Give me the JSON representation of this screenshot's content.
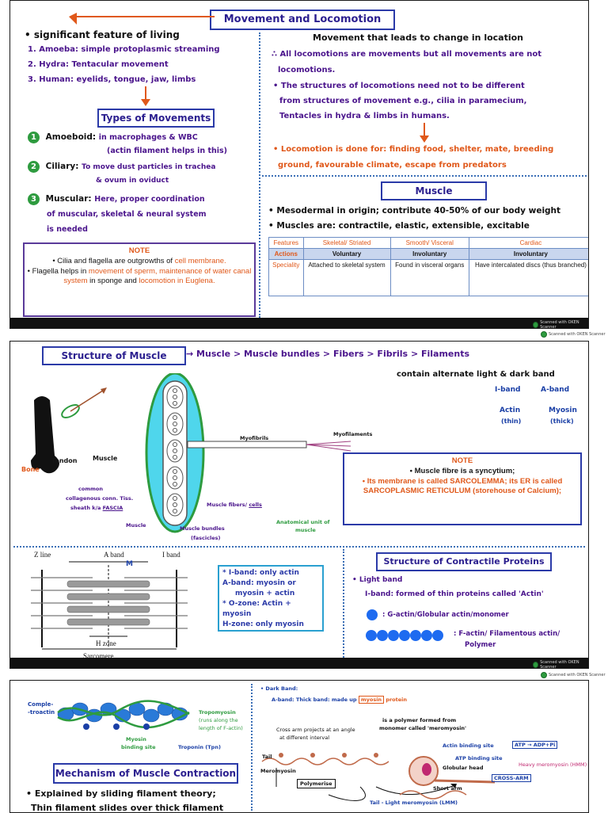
{
  "page1": {
    "title": "Movement and Locomotion",
    "left": {
      "feature": "• significant feature of living",
      "l1": "1. Amoeba: simple protoplasmic streaming",
      "l2": "2. Hydra: Tentacular movement",
      "l3": "3. Human: eyelids, tongue, jaw, limbs",
      "types_title": "Types of Movements",
      "t1_label": "Amoeboid:",
      "t1_text": "in macrophages & WBC",
      "t1_sub": "(actin filament helps in this)",
      "t2_label": "Ciliary:",
      "t2_text": "To move dust particles in trachea",
      "t2_sub": "& ovum in oviduct",
      "t3_label": "Muscular:",
      "t3_text": "Here, proper coordination",
      "t3_sub1": "of muscular, skeletal & neural system",
      "t3_sub2": "is needed"
    },
    "note": {
      "title": "NOTE",
      "a1": "• Cilia and flagella are outgrowths of",
      "a2": "cell membrane.",
      "b1": "• Flagella helps in",
      "b2": "movement of sperm, maintenance of water canal system",
      "b3": "in sponge and",
      "b4": "locomotion in Euglena."
    },
    "right": {
      "intro": "Movement that leads to change in location",
      "r1": "∴ All locomotions are movements but all movements are not",
      "r1b": "locomotions.",
      "r2": "• The structures of locomotions need not to be different",
      "r2b": "from structures of movement e.g., cilia in paramecium,",
      "r2c": "Tentacles in hydra & limbs in humans.",
      "r3": "• Locomotion is done for: finding food, shelter, mate, breeding",
      "r3b": "ground, favourable climate, escape from predators",
      "muscle_title": "Muscle",
      "m1": "• Mesodermal in origin; contribute 40-50% of our body weight",
      "m2": "• Muscles are: contractile, elastic, extensible, excitable"
    },
    "table": {
      "headers": [
        "Features",
        "Skeletal/ Striated",
        "Smooth/ Visceral",
        "Cardiac"
      ],
      "row1": [
        "Actions",
        "Voluntary",
        "Involuntary",
        "Involuntary"
      ],
      "row2": [
        "Speciality",
        "Attached to skeletal system",
        "Found in visceral organs",
        "Have intercalated discs (thus branched)"
      ]
    }
  },
  "scan_label": "Scanned with OKEN Scanner",
  "page2": {
    "struct_title": "Structure of Muscle",
    "hierarchy": "Muscle > Muscle bundles > Fibers > Fibrils > Filaments",
    "band_text": "contain alternate light & dark band",
    "iband": "I-band",
    "aband": "A-band",
    "actin": "Actin",
    "thin": "(thin)",
    "myosin": "Myosin",
    "thick": "(thick)",
    "myofibrils": "Myofibrils",
    "myofilaments": "Myofilaments",
    "tendon": "Tendon",
    "muscle_lbl": "Muscle",
    "bone": "Bone",
    "fascia1": "common",
    "fascia2": "collagenous conn. Tiss.",
    "fascia3": "sheath k/a",
    "fascia4": "FASCIA",
    "muscle2": "Muscle",
    "bundles": "Muscle bundles",
    "fascicles": "(fascicles)",
    "fibers": "Muscle fibers/",
    "cells": "cells",
    "anat1": "Anatomical unit of",
    "anat2": "muscle",
    "note_title": "NOTE",
    "note1": "• Muscle fibre is a syncytium;",
    "note2": "• Its membrane is called SARCOLEMMA; its ER is called SARCOPLASMIC RETICULUM (storehouse of Calcium);",
    "sarc": {
      "zline": "Z line",
      "aband": "A band",
      "iband": "I band",
      "m": "M",
      "hzone": "H zone",
      "sarcomere": "Sarcomere"
    },
    "bands_box": {
      "l1": "* I-band: only actin",
      "l2": "A-band: myosin or",
      "l3": "myosin + actin",
      "l4": "* O-zone: Actin + myosin",
      "l5": "H-zone: only myosin"
    },
    "contractile_title": "Structure of Contractile Proteins",
    "light_band": "• Light band",
    "iband_def": "I-band: formed of thin proteins called 'Actin'",
    "g_actin": ": G-actin/Globular actin/monomer",
    "f_actin": ": F-actin/ Filamentous actin/",
    "polymer": "Polymer"
  },
  "page3": {
    "complex": "Comple-",
    "troactin": "-troactin",
    "tropomyosin": "Tropomyosin",
    "tropo_sub1": "(runs along the",
    "tropo_sub2": "length of F-actin)",
    "myosin_bs1": "Myosin",
    "myosin_bs2": "binding site",
    "troponin": "Troponin (Tpn)",
    "mech_title": "Mechanism of Muscle Contraction",
    "explained": "• Explained by sliding filament theory;",
    "thin_slides": "Thin filament slides over thick filament",
    "dark_band": "• Dark Band:",
    "aband_def": "A-band: Thick band: made up",
    "myosin": "myosin",
    "protein": "protein",
    "polymer_text1": "is a polymer formed from",
    "polymer_text2": "monomer called 'meromyosin'",
    "cross1": "Cross arm projects at an angle",
    "cross2": "at different interval",
    "tail": "Tail",
    "meromyosin": "Meromyosin",
    "polymerise": "Polymerise",
    "actin_bs": "Actin binding site",
    "atp_bs": "ATP binding site",
    "atp": "ATP → ADP+Pi",
    "globular": "Globular head",
    "heavy": "Heavy meromyosin (HMM)",
    "crossarm": "CROSS-ARM",
    "short_arm": "Short arm",
    "lmm": "Tail - Light meromyosin (LMM)"
  },
  "colors": {
    "purple": "#4a148c",
    "orange": "#e0581a",
    "blue": "#2b3aa8",
    "green": "#2e9b3f"
  }
}
